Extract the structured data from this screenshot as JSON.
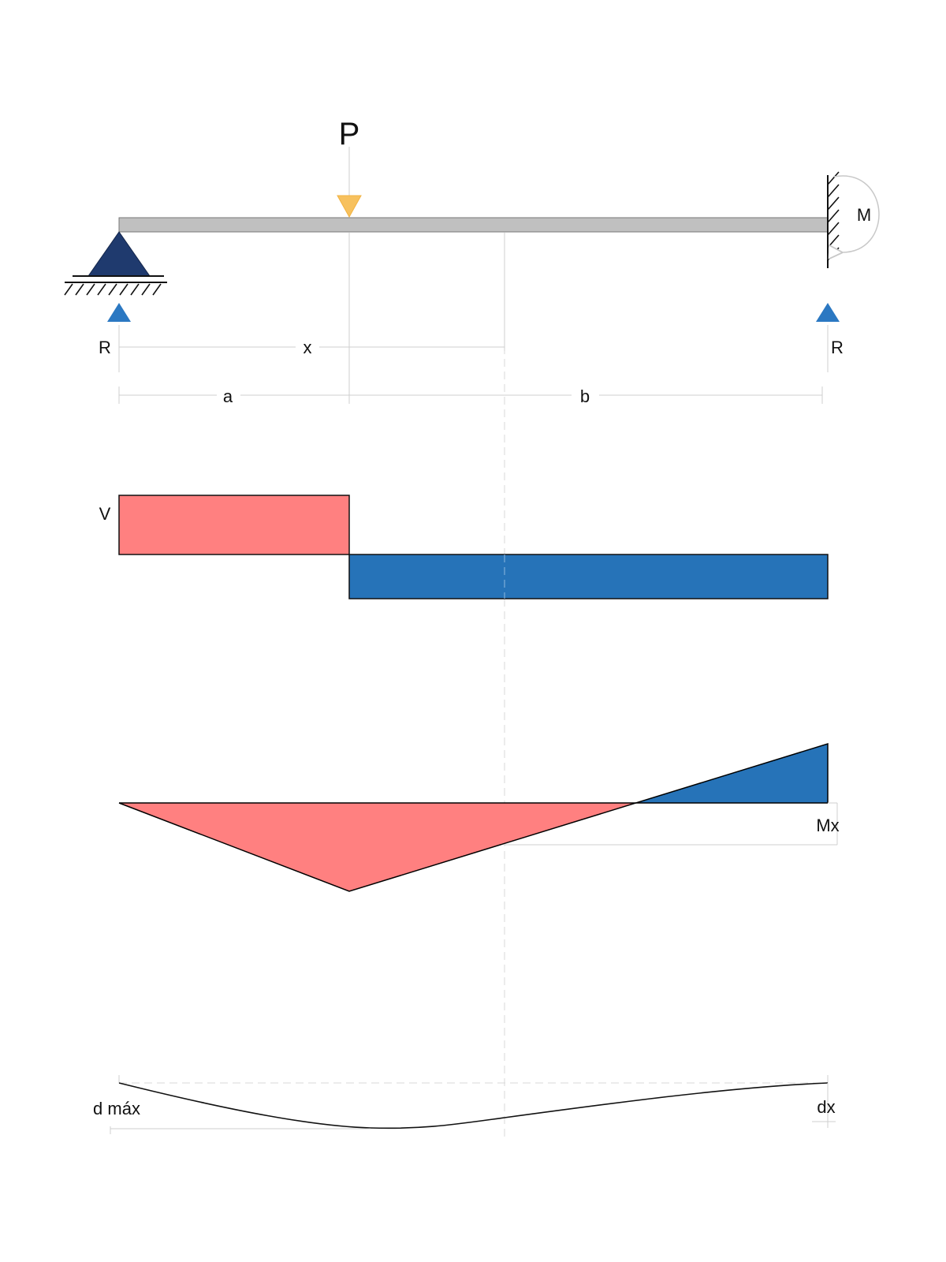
{
  "labels": {
    "load": "P",
    "moment": "M",
    "reaction_left": "R",
    "reaction_right": "R",
    "position": "x",
    "span_a": "a",
    "span_b": "b",
    "shear": "V",
    "moment_at_x": "Mx",
    "max_deflection": "d máx",
    "deflection_at_x": "dx"
  },
  "colors": {
    "beam": "#c0c0c0",
    "pin_support": "#1f3a6e",
    "load_arrow": "#f7c15e",
    "reaction_arrow": "#2b78c2",
    "positive_region": "#ff8080",
    "negative_region": "#2673b8",
    "guide_lines": "#cfcfcf"
  },
  "icons": {
    "left_support": "pin-support-icon",
    "right_support": "fixed-wall-icon",
    "load": "down-arrow-icon",
    "reactions": "up-arrow-icon",
    "moment": "curved-arrow-icon"
  }
}
